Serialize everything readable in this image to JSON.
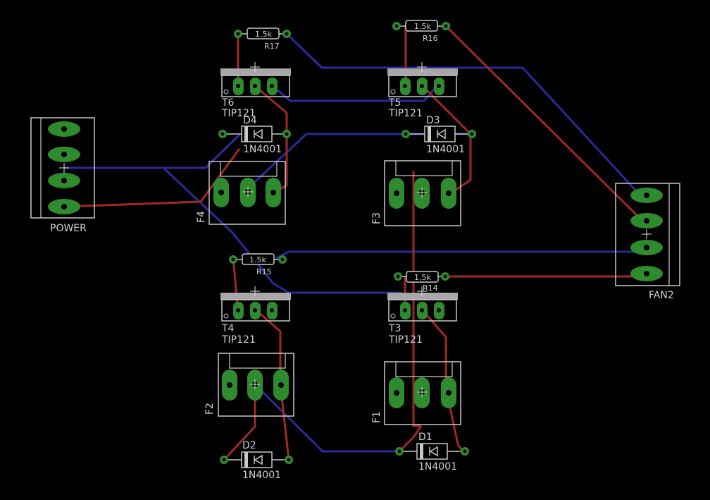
{
  "colors": {
    "background": "#000000",
    "outline": "#c8c8c8",
    "pad": "#2e8b2e",
    "top_trace": "#a02828",
    "bottom_trace": "#2a2a9a",
    "text": "#cfcfcf",
    "transistor_tab": "#a8a8a8"
  },
  "connectors": {
    "power": {
      "label": "POWER"
    },
    "fan2": {
      "label": "FAN2"
    }
  },
  "resistors": [
    {
      "ref": "R17",
      "value": "1.5k"
    },
    {
      "ref": "R16",
      "value": "1.5k"
    },
    {
      "ref": "R15",
      "value": "1.5k"
    },
    {
      "ref": "R14",
      "value": "1.5k"
    }
  ],
  "transistors": [
    {
      "ref": "T6",
      "value": "TIP121"
    },
    {
      "ref": "T5",
      "value": "TIP121"
    },
    {
      "ref": "T4",
      "value": "TIP121"
    },
    {
      "ref": "T3",
      "value": "TIP121"
    }
  ],
  "diodes": [
    {
      "ref": "D4",
      "value": "1N4001"
    },
    {
      "ref": "D3",
      "value": "1N4001"
    },
    {
      "ref": "D2",
      "value": "1N4001"
    },
    {
      "ref": "D1",
      "value": "1N4001"
    }
  ],
  "fan_headers": [
    {
      "ref": "F4"
    },
    {
      "ref": "F3"
    },
    {
      "ref": "F2"
    },
    {
      "ref": "F1"
    }
  ]
}
